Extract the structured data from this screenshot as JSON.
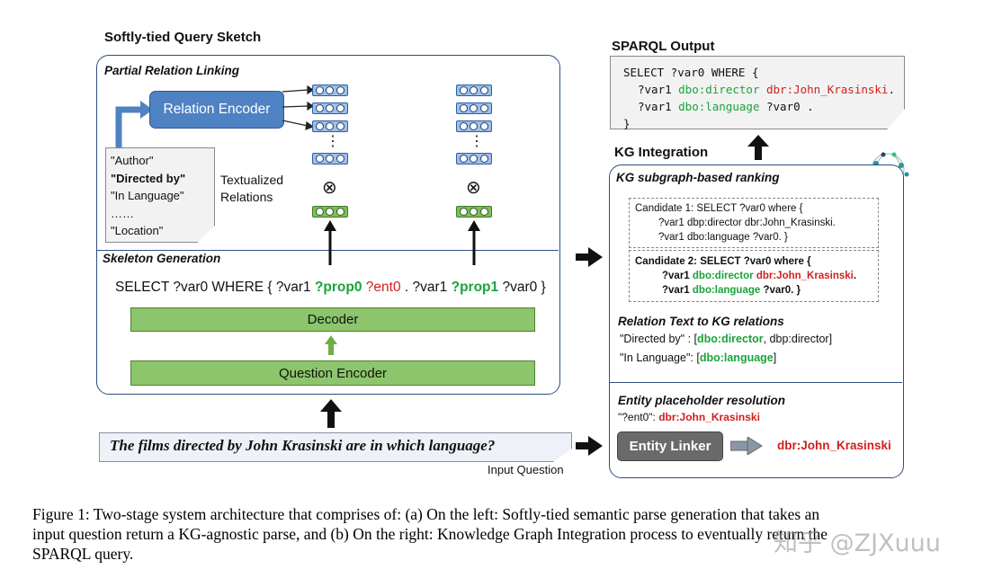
{
  "left": {
    "title": "Softly-tied Query Sketch",
    "partial_linking_label": "Partial Relation Linking",
    "relation_encoder": "Relation Encoder",
    "relations_doc": [
      "\"Author\"",
      "\"Directed by\"",
      "\"In Language\"",
      "……",
      "\"Location\""
    ],
    "textualized_relations": [
      "Textualized",
      "Relations"
    ],
    "otimes": "⊗",
    "dots": "⋮",
    "skeleton_label": "Skeleton Generation",
    "skeleton_query": {
      "p1": "SELECT ?var0 WHERE { ?var1 ",
      "prop0": "?prop0",
      "ent0": " ?ent0",
      "p2": " . ?var1 ",
      "prop1": "?prop1",
      "p3": " ?var0 }"
    },
    "decoder": "Decoder",
    "question_encoder": "Question Encoder",
    "question": "The films directed by John Krasinski are in which language?",
    "input_question_label": "Input Question"
  },
  "right": {
    "sparql_title": "SPARQL Output",
    "sparql_lines": {
      "l1": "SELECT ?var0 WHERE {",
      "l2a": "?var1 ",
      "l2b": "dbo:director",
      "l2c": " ",
      "l2d": "dbr:John_Krasinski",
      "l2e": ".",
      "l3a": "?var1 ",
      "l3b": "dbo:language",
      "l3c": " ?var0 .",
      "l4": "}"
    },
    "kg_title": "KG Integration",
    "kg_ranking_label": "KG subgraph-based ranking",
    "candidate1": {
      "line1": "Candidate 1: SELECT ?var0 where {",
      "line2": "?var1 dbp:director  dbr:John_Krasinski.",
      "line3": "?var1 dbo:language ?var0. }"
    },
    "candidate2": {
      "line1": "Candidate 2: SELECT ?var0 where {",
      "l2a": "?var1 ",
      "l2b": "dbo:director",
      "l2c": " ",
      "l2d": "dbr:John_Krasinski",
      "l2e": ".",
      "l3a": "?var1 ",
      "l3b": "dbo:language",
      "l3c": " ?var0. }"
    },
    "rel_text_label": "Relation Text to KG relations",
    "rel_map1": {
      "a": "\"Directed by\" :  [",
      "b": "dbo:director",
      "c": ", dbp:director]"
    },
    "rel_map2": {
      "a": "\"In Language\":  [",
      "b": "dbo:language",
      "c": "]"
    },
    "entity_label": "Entity placeholder resolution",
    "entity_map": {
      "a": "\"?ent0\": ",
      "b": "dbr:John_Krasinski"
    },
    "entity_linker": "Entity Linker",
    "entity_result": "dbr:John_Krasinski"
  },
  "caption": {
    "line1": "Figure 1: Two-stage system architecture that comprises of: (a) On the left: Softly-tied semantic parse generation that takes an",
    "line2": "input question return a KG-agnostic parse, and (b) On the right: Knowledge Graph Integration process to eventually return the",
    "line3": "SPARQL query."
  },
  "watermark": "知乎 @ZJXuuu",
  "colors": {
    "accent_blue": "#4f82c3",
    "green": "#1aa33a",
    "red": "#d21e1e",
    "bar_green": "#8cc56b"
  }
}
